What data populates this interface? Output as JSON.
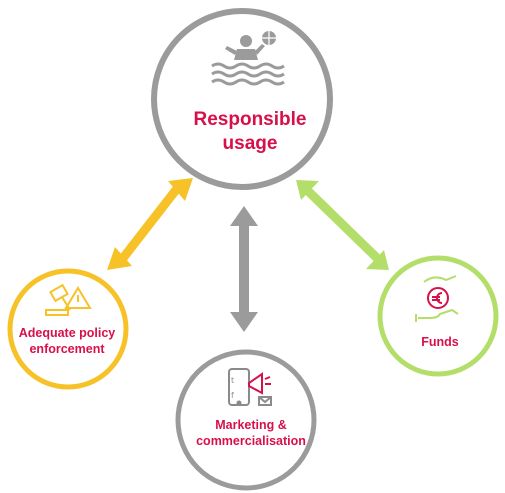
{
  "nodes": {
    "center": {
      "label": "Responsible usage",
      "icon": "swimmer-with-ball-icon",
      "ring_color": "#9b9b9b"
    },
    "policy": {
      "label": "Adequate policy enforcement",
      "icon": "gavel-warning-icon",
      "ring_color": "#f6c228"
    },
    "marketing": {
      "label": "Marketing & commercialisation",
      "icon": "social-media-megaphone-icon",
      "ring_color": "#9b9b9b"
    },
    "funds": {
      "label": "Funds",
      "icon": "hand-euro-coin-icon",
      "ring_color": "#b4de6a"
    }
  },
  "connectors": [
    {
      "from": "center",
      "to": "policy",
      "color": "#f6c228",
      "style": "double-arrow"
    },
    {
      "from": "center",
      "to": "marketing",
      "color": "#9b9b9b",
      "style": "double-arrow"
    },
    {
      "from": "center",
      "to": "funds",
      "color": "#b4de6a",
      "style": "double-arrow"
    }
  ],
  "colors": {
    "label_text": "#d8104a",
    "icon_gray": "#8a8a8a",
    "icon_red": "#d8104a"
  }
}
